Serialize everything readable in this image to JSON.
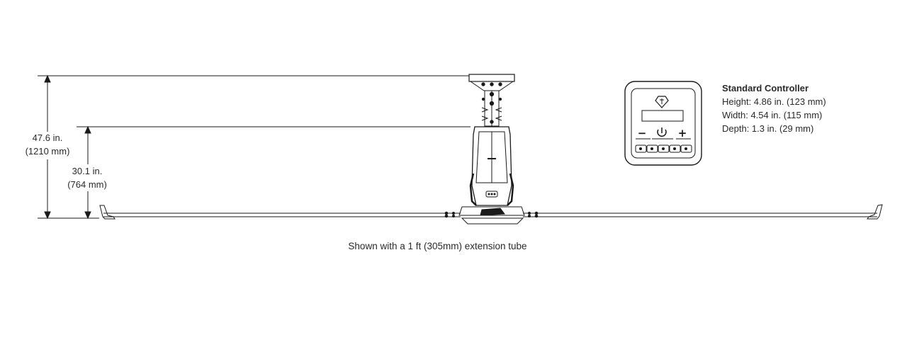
{
  "dimensions": {
    "overall_height": {
      "imperial": "47.6 in.",
      "metric": "(1210 mm)"
    },
    "lower_height": {
      "imperial": "30.1 in.",
      "metric": "(764 mm)"
    }
  },
  "caption": "Shown with a 1 ft (305mm) extension tube",
  "controller": {
    "title": "Standard Controller",
    "specs": [
      "Height: 4.86 in. (123 mm)",
      "Width: 4.54 in. (115 mm)",
      "Depth: 1.3 in. (29 mm)"
    ],
    "buttons": {
      "minus": "−",
      "plus": "+"
    }
  },
  "colors": {
    "line": "#1a1a1a",
    "text": "#2a2a2a"
  },
  "icons": [
    "power-icon",
    "logo-icon"
  ]
}
